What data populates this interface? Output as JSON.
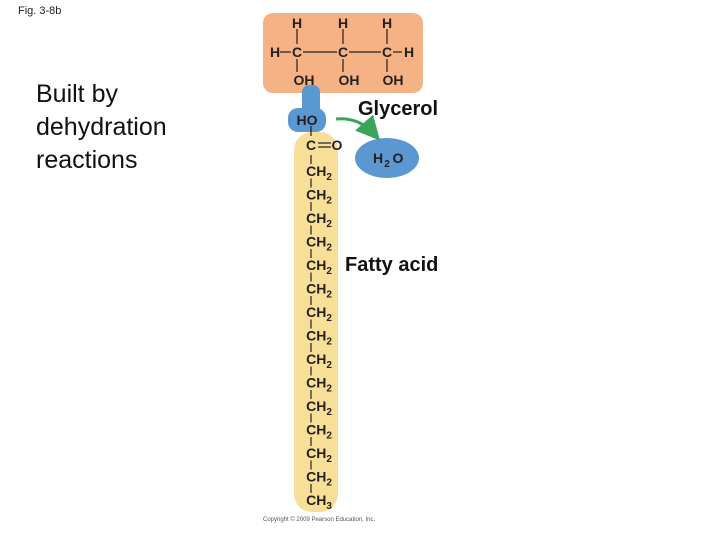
{
  "figure_label": "Fig. 3-8b",
  "body_text": [
    "Built by",
    "dehydration",
    "reactions"
  ],
  "glycerol": {
    "label": "Glycerol",
    "top_h": [
      "H",
      "H",
      "H"
    ],
    "backbone": [
      "H",
      "C",
      "C",
      "C",
      "H"
    ],
    "hydroxyls": [
      "OH",
      "OH",
      "OH"
    ]
  },
  "fatty_acid": {
    "label": "Fatty acid",
    "ho": "HO",
    "carbonyl": [
      "C",
      "O"
    ],
    "chain": [
      {
        "base": "CH",
        "sub": "2"
      },
      {
        "base": "CH",
        "sub": "2"
      },
      {
        "base": "CH",
        "sub": "2"
      },
      {
        "base": "CH",
        "sub": "2"
      },
      {
        "base": "CH",
        "sub": "2"
      },
      {
        "base": "CH",
        "sub": "2"
      },
      {
        "base": "CH",
        "sub": "2"
      },
      {
        "base": "CH",
        "sub": "2"
      },
      {
        "base": "CH",
        "sub": "2"
      },
      {
        "base": "CH",
        "sub": "2"
      },
      {
        "base": "CH",
        "sub": "2"
      },
      {
        "base": "CH",
        "sub": "2"
      },
      {
        "base": "CH",
        "sub": "2"
      },
      {
        "base": "CH",
        "sub": "2"
      },
      {
        "base": "CH",
        "sub": "3"
      }
    ]
  },
  "water": {
    "base": "H",
    "sub": "2",
    "tail": "O"
  },
  "copyright": "Copyright © 2009 Pearson Education, Inc.",
  "colors": {
    "glycerol_fill": "#f5b385",
    "fatty_acid_fill": "#f8df98",
    "water_fill": "#5b97d1",
    "arrow": "#3aa55a"
  }
}
